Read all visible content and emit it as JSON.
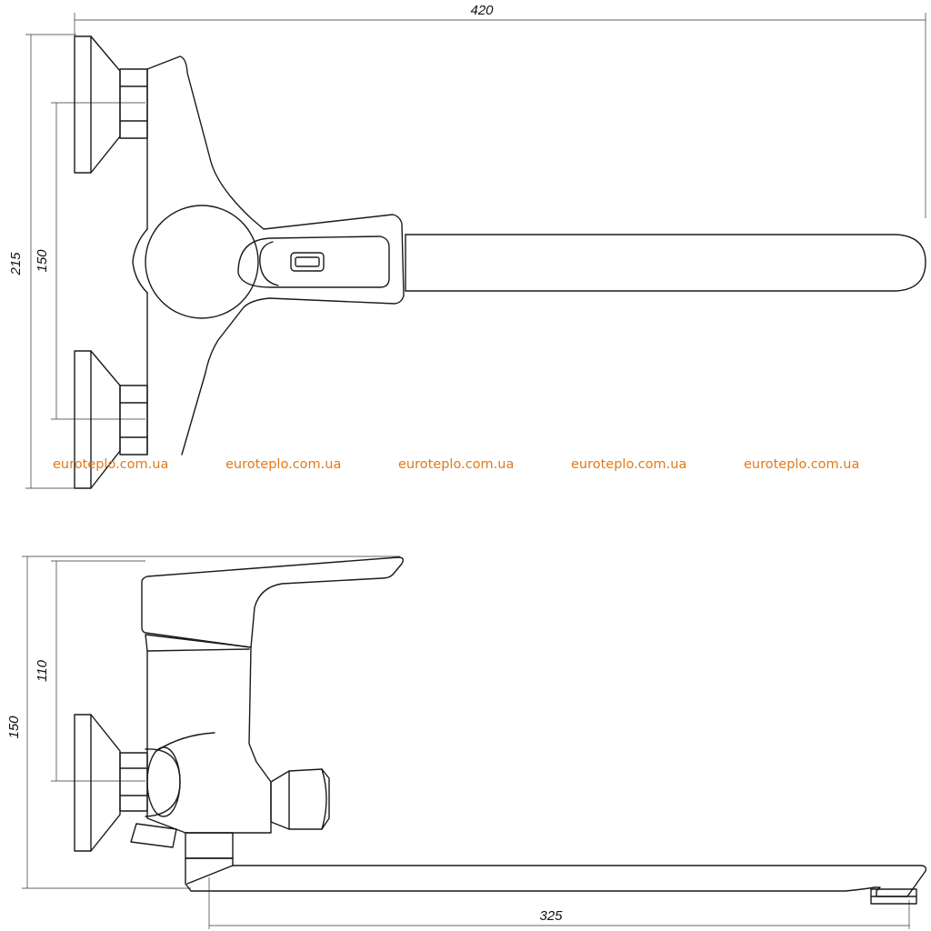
{
  "dimensions": {
    "top_width": "420",
    "top_height_total": "215",
    "top_height_between": "150",
    "side_height_total": "150",
    "side_height_upper": "110",
    "spout_length": "325"
  },
  "watermarks": [
    "euroteplo.com.ua",
    "euroteplo.com.ua",
    "euroteplo.com.ua",
    "euroteplo.com.ua",
    "euroteplo.com.ua"
  ],
  "colors": {
    "line": "#1a1a1a",
    "watermark": "#e07a1a",
    "background": "#ffffff"
  }
}
